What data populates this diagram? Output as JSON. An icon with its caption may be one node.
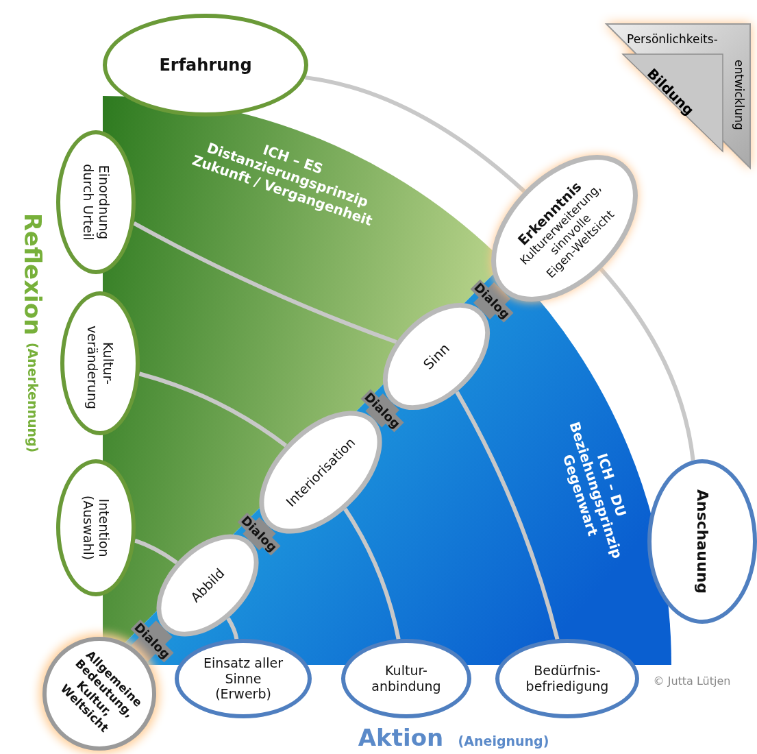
{
  "diagram": {
    "nodes": [
      {
        "text": [
          "Erfahrung"
        ]
      },
      {
        "text": [
          "Persönlichkeits-",
          "entwicklung",
          "Bildung"
        ]
      },
      {
        "text": [
          "ICH – ES",
          "Distanzierungsprinzip",
          "Zukunft / Vergangenheit"
        ]
      },
      {
        "text": [
          "Einordnung durch Urteil"
        ]
      },
      {
        "text": [
          "Erkenntnis",
          "Kulturerweiterung, sinnvolle Eigen-Weltsicht"
        ]
      },
      {
        "text": [
          "Sinn"
        ]
      },
      {
        "text": [
          "Kultur- veränderung"
        ]
      },
      {
        "text": [
          "Interiorisation"
        ]
      },
      {
        "text": [
          "ICH – DU",
          "Beziehungsprinzip",
          "Gegenwart"
        ]
      },
      {
        "text": [
          "Anschauung"
        ]
      },
      {
        "text": [
          "Intention (Auswahl)"
        ]
      },
      {
        "text": [
          "Abbild"
        ]
      },
      {
        "text": [
          "Allgemeine Bedeutung, Kultur, Weltsicht"
        ]
      },
      {
        "text": [
          "Einsatz aller Sinne (Erwerb)"
        ]
      },
      {
        "text": [
          "Kultur- anbindung"
        ]
      },
      {
        "text": [
          "Bedürfnis- befriedigung"
        ]
      }
    ],
    "edges": [
      {
        "from": 0,
        "to": 4,
        "arrow": "none"
      },
      {
        "from": 4,
        "to": 9,
        "arrow": "none"
      },
      {
        "from": 3,
        "to": 5,
        "arrow": "none"
      },
      {
        "from": 5,
        "to": 15,
        "arrow": "none"
      },
      {
        "from": 6,
        "to": 7,
        "arrow": "none"
      },
      {
        "from": 7,
        "to": 14,
        "arrow": "none"
      },
      {
        "from": 10,
        "to": 11,
        "arrow": "none"
      },
      {
        "from": 11,
        "to": 13,
        "arrow": "none"
      },
      {
        "from": 12,
        "to": 11,
        "arrow": "none",
        "label": "Dialog",
        "style": "thick",
        "color": "#8c8c8c"
      },
      {
        "from": 11,
        "to": 7,
        "arrow": "none",
        "label": "Dialog",
        "style": "thick",
        "color": "#8c8c8c"
      },
      {
        "from": 7,
        "to": 5,
        "arrow": "none",
        "label": "Dialog",
        "style": "thick",
        "color": "#8c8c8c"
      },
      {
        "from": 5,
        "to": 4,
        "arrow": "none",
        "label": "Dialog",
        "style": "thick",
        "color": "#8c8c8c"
      }
    ],
    "labels": [
      "Reflexion",
      "(Anerkennung)",
      "Aktion",
      "(Aneignung)",
      "© Jutta Lütjen"
    ]
  }
}
